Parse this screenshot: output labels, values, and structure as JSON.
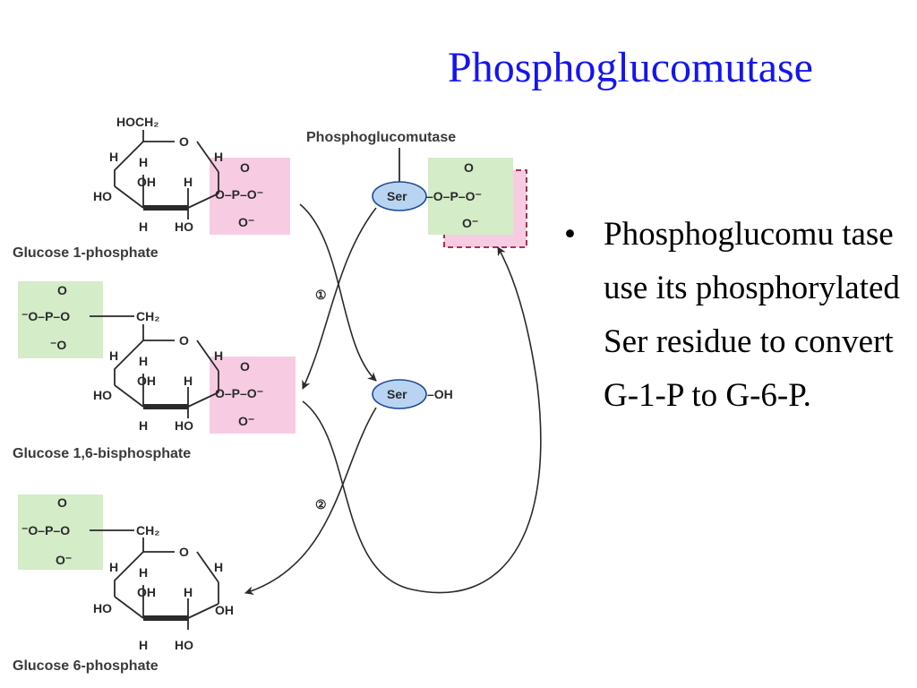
{
  "slide": {
    "title": "Phosphoglucomutase",
    "bullets": [
      "Phosphoglucomu tase use its phosphorylated Ser residue to convert G-1-P to G-6-P."
    ],
    "bullet_glyph": "•"
  },
  "diagram": {
    "enzyme_label": "Phosphoglucomutase",
    "compounds": [
      {
        "name": "Glucose 1-phosphate"
      },
      {
        "name": "Glucose 1,6-bisphosphate"
      },
      {
        "name": "Glucose 6-phosphate"
      }
    ],
    "atoms": {
      "hoch2": "HOCH₂",
      "ch2": "CH₂",
      "ring_o": "O",
      "h": "H",
      "oh": "OH",
      "ho": "HO"
    },
    "phosphate": {
      "top_o": "O",
      "row": "O–P–O⁻",
      "bottom_o": "O⁻",
      "left_row": "⁻O–P–O",
      "left_bottom_o": "⁻O"
    },
    "ser_label": "Ser",
    "ser_oh": "–OH",
    "ser_phos_row": "–O–P–O⁻",
    "steps": [
      "①",
      "②"
    ],
    "colors": {
      "pink_box": "#f7cce3",
      "green_box": "#d4ecc8",
      "ser_fill": "#b9d3f2",
      "ser_stroke": "#1e4b8f",
      "dashed_box": "#9a1c3a",
      "title": "#1515ee"
    }
  }
}
